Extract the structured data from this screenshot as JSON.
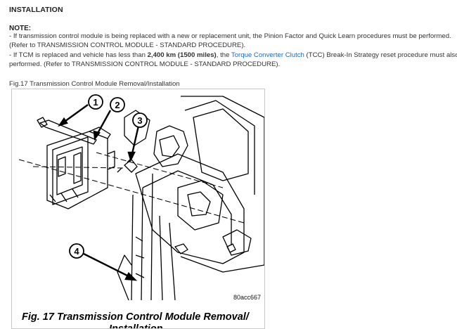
{
  "section": {
    "heading": "INSTALLATION"
  },
  "note": {
    "label": "NOTE:",
    "line1": " -  If transmission control module is being replaced with a new or replacement unit, the Pinion Factor and Quick Learn procedures must be performed.",
    "line2": "(Refer to TRANSMISSION CONTROL MODULE - STANDARD PROCEDURE).",
    "line3_pre": " -  If TCM is replaced and vehicle has less than ",
    "line3_bold": "2,400 km (1500 miles)",
    "line3_mid": ", the ",
    "line3_link": "Torque Converter Clutch",
    "line3_post": " (TCC) Break-In Strategy reset procedure must also be",
    "line4": "performed. (Refer to TRANSMISSION CONTROL MODULE - STANDARD PROCEDURE)."
  },
  "figure": {
    "caption": "Fig.17 Transmission Control Module Removal/Installation",
    "code": "80acc667",
    "title_line1": "Fig. 17 Transmission Control Module Removal/",
    "title_line2": "Installation",
    "callouts": [
      "1",
      "2",
      "3",
      "4"
    ]
  }
}
